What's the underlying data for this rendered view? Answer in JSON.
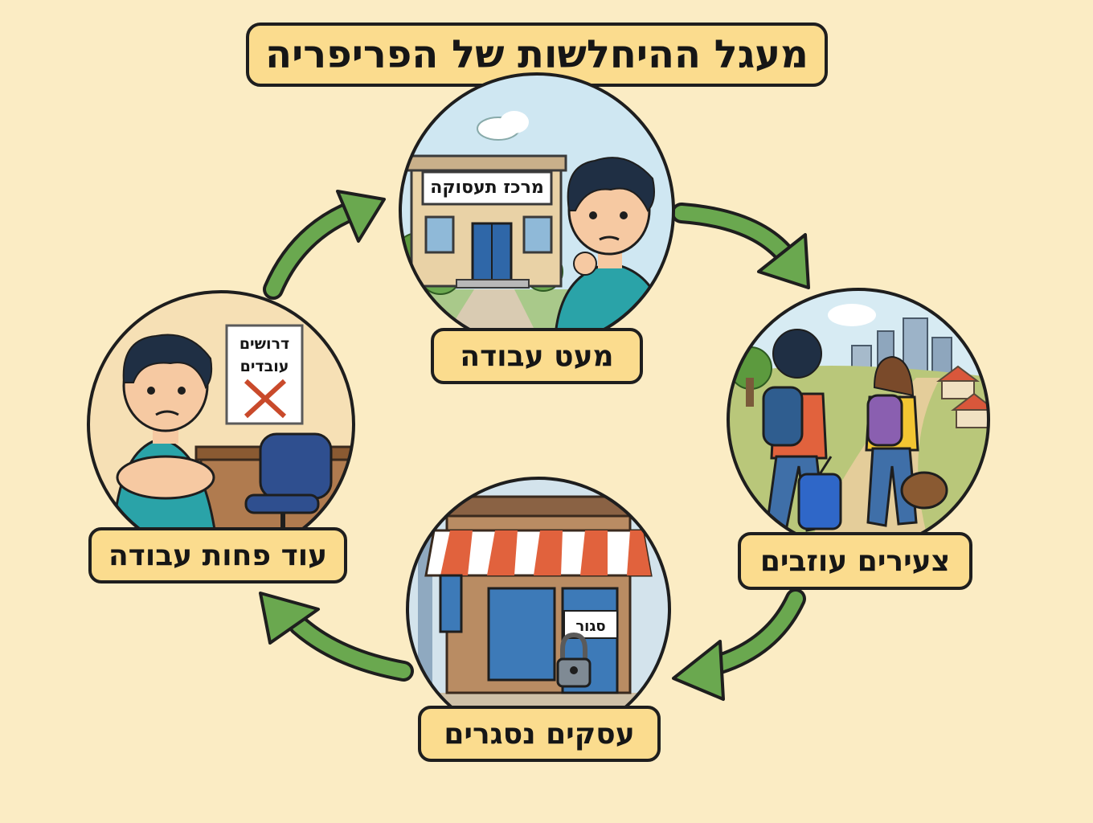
{
  "title": "מעגל ההיחלשות של הפריפריה",
  "stages": {
    "top": {
      "label": "מעט עבודה",
      "sign": "מרכז תעסוקה"
    },
    "right": {
      "label": "צעירים עוזבים"
    },
    "bottom": {
      "label": "עסקים נסגרים",
      "sign": "סגור"
    },
    "left": {
      "label": "עוד פחות עבודה",
      "poster_line1": "דרושים",
      "poster_line2": "עובדים"
    }
  },
  "colors": {
    "background": "#fbecc4",
    "label_fill": "#fbdc8e",
    "arrow": "#6aa84f",
    "outline": "#1e1e1e"
  }
}
